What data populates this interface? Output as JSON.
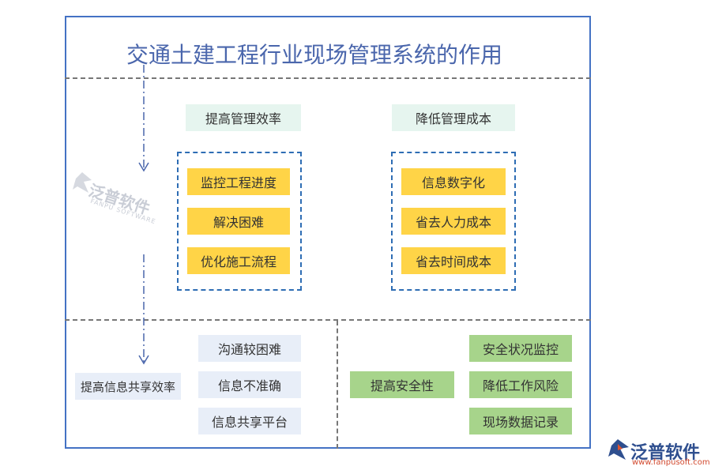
{
  "title": "交通土建工程行业现场管理系统的作用",
  "section1": {
    "left": {
      "header": "提高管理效率",
      "items": [
        "监控工程进度",
        "解决困难",
        "优化施工流程"
      ]
    },
    "right": {
      "header": "降低管理成本",
      "items": [
        "信息数字化",
        "省去人力成本",
        "省去时间成本"
      ]
    }
  },
  "section2": {
    "left": {
      "main": "提高信息共享效率",
      "items": [
        "沟通较困难",
        "信息不准确",
        "信息共享平台"
      ]
    },
    "right": {
      "main": "提高安全性",
      "items": [
        "安全状况监控",
        "降低工作风险",
        "现场数据记录"
      ]
    }
  },
  "watermark": {
    "text": "泛普软件",
    "sub": "FANPU SOFTWARE"
  },
  "logo": {
    "text": "泛普软件",
    "url": "www.fanpusoft.com"
  },
  "colors": {
    "frame": "#4472c4",
    "mint": "#e6f5ef",
    "yellow": "#ffd447",
    "light_blue": "#e8eef8",
    "green": "#a7d48b"
  }
}
